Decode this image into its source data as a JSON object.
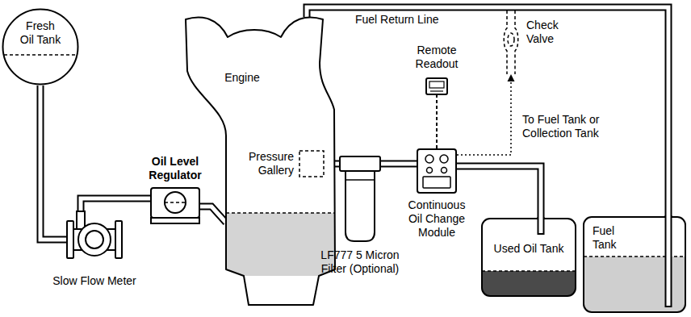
{
  "diagram": {
    "nodes": [
      {
        "text": [
          "Fresh Oil Tank"
        ]
      },
      {
        "text": [
          "Engine"
        ]
      },
      {
        "text": [
          "Pressure Gallery"
        ],
        "in": 1
      },
      {
        "text": [
          "Remote Readout"
        ]
      },
      {
        "text": [
          "Check Valve"
        ]
      },
      {
        "text": [
          "Oil Level Regulator"
        ]
      },
      {
        "text": [
          "LF777 5 Micron Filter (Optional)"
        ]
      },
      {
        "text": [
          "Continuous Oil Change Module"
        ]
      },
      {
        "text": [
          "Used Oil Tank"
        ]
      },
      {
        "text": [
          "Fuel Tank"
        ]
      },
      {
        "text": [
          "Slow Flow Meter"
        ]
      }
    ],
    "edges": [
      {
        "from": 0,
        "to": 10,
        "arrow": "none"
      },
      {
        "from": 10,
        "to": 5,
        "arrow": "none"
      },
      {
        "from": 5,
        "to": 1,
        "arrow": "none"
      },
      {
        "from": 2,
        "to": 6,
        "arrow": "none"
      },
      {
        "from": 6,
        "to": 7,
        "arrow": "none"
      },
      {
        "from": 7,
        "to": 3,
        "arrow": "none"
      },
      {
        "from": 7,
        "to": 8,
        "arrow": "none"
      },
      {
        "from": 7,
        "to": 4,
        "arrow": "to",
        "label": "To Fuel Tank or Collection Tank"
      },
      {
        "from": 1,
        "to": 9,
        "arrow": "none",
        "label": "Fuel Return Line"
      }
    ]
  }
}
